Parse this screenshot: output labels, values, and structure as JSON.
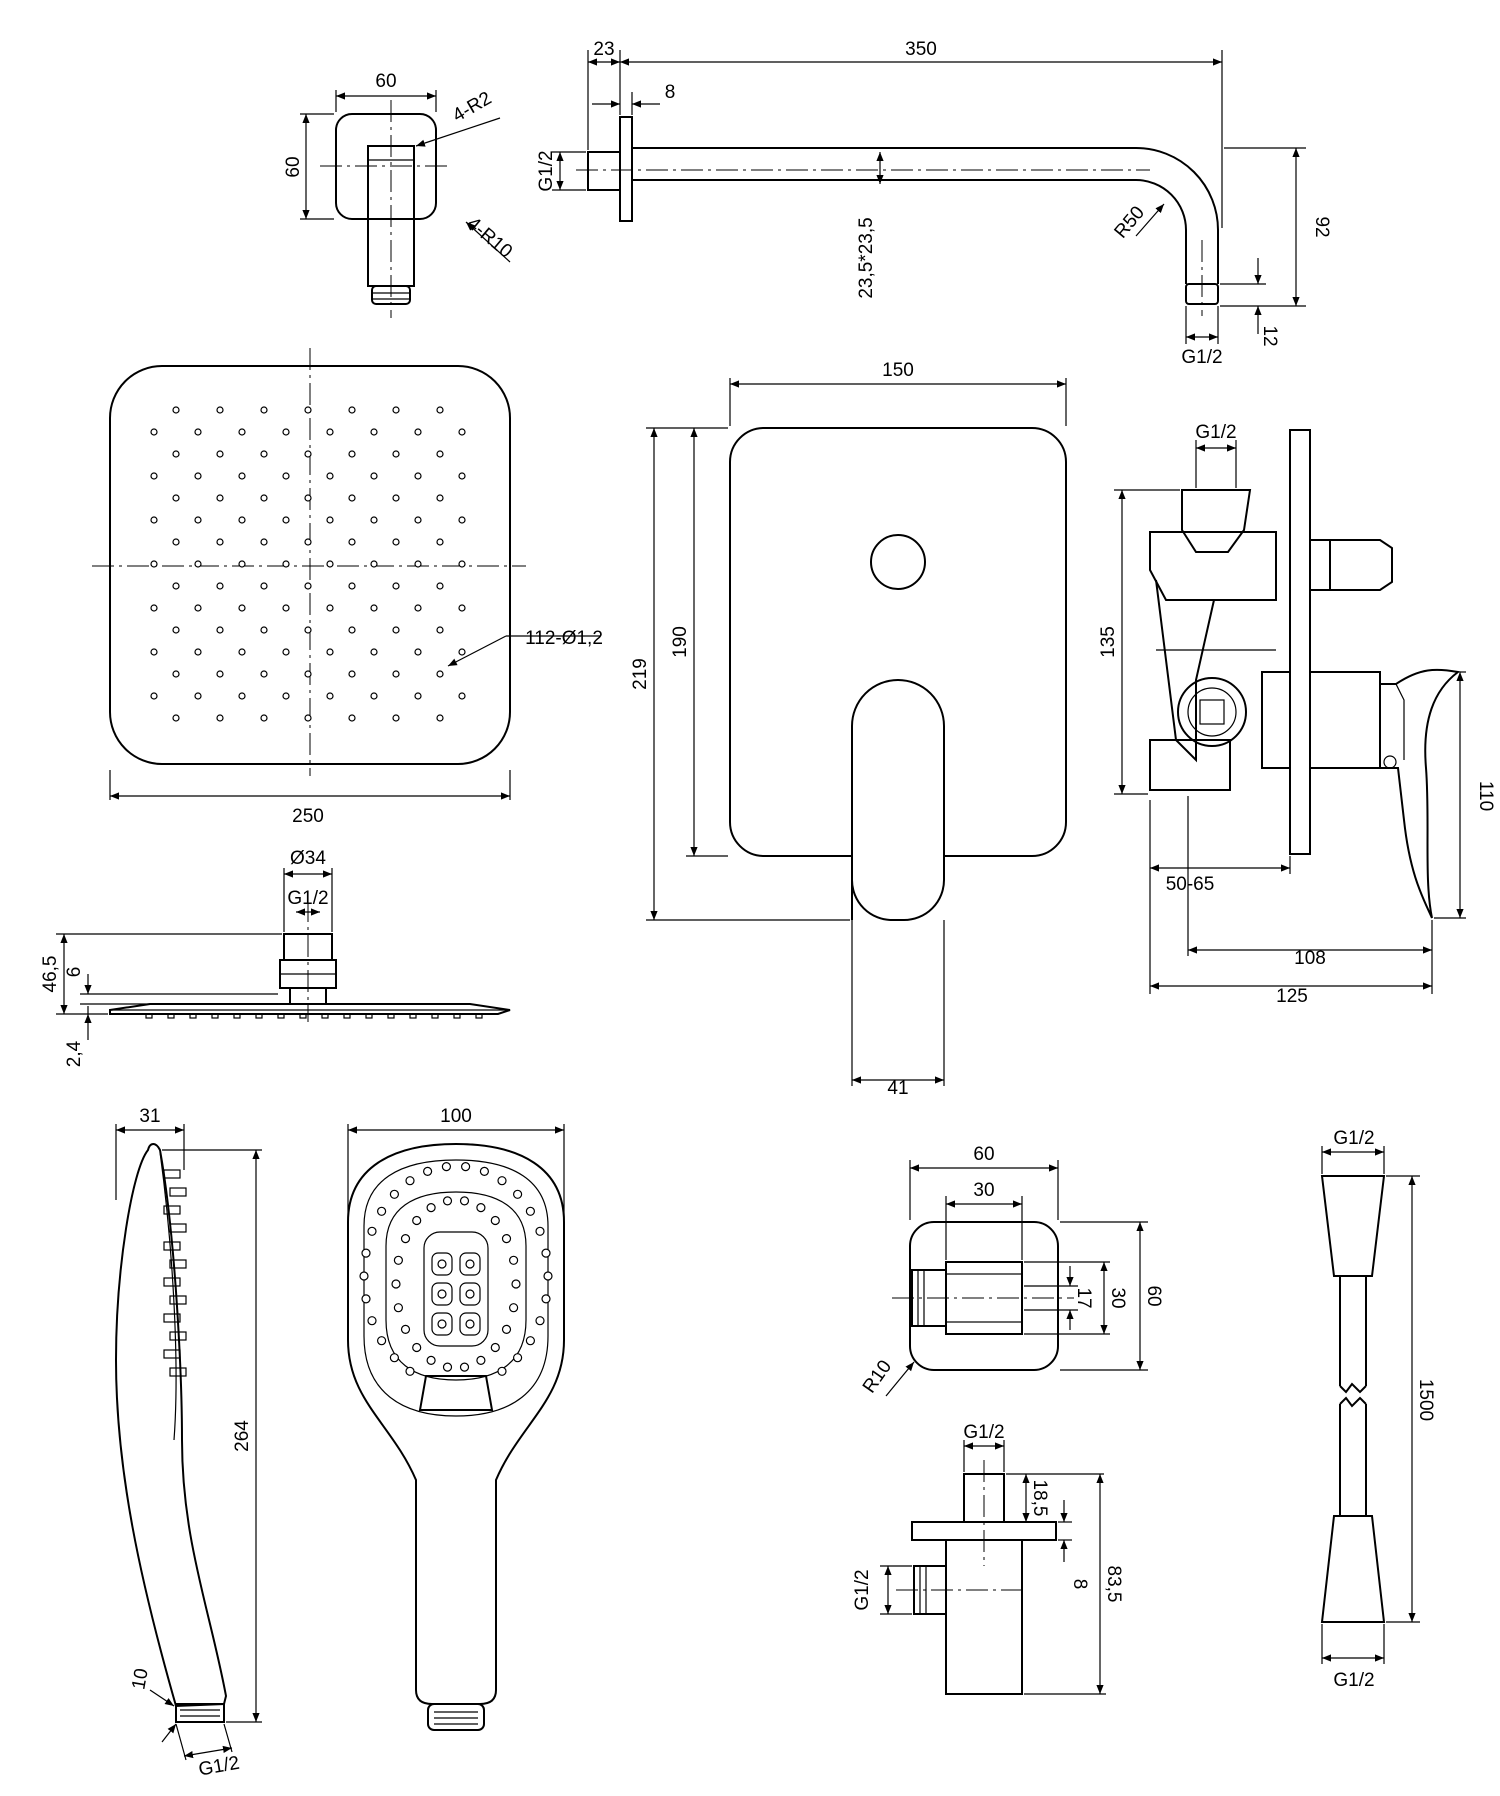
{
  "dimensions": {
    "wall_outlet_top": {
      "width": "60",
      "height": "60",
      "r_small": "4-R2",
      "r_large": "4-R10"
    },
    "shower_arm": {
      "offset": "23",
      "length": "350",
      "flange": "8",
      "thread_left": "G1/2",
      "pipe": "23,5*23,5",
      "radius": "R50",
      "drop": "92",
      "nozzle_len": "12",
      "thread_bottom": "G1/2"
    },
    "rain_head_top": {
      "width": "250",
      "nozzles": "112-Ø1,2"
    },
    "rain_head_side": {
      "diameter": "Ø34",
      "thread": "G1/2",
      "height": "46,5",
      "neck": "6",
      "plate": "2,4"
    },
    "mixer_front": {
      "width": "150",
      "plate_height": "190",
      "total_height": "219",
      "handle_width": "41"
    },
    "mixer_side": {
      "thread": "G1/2",
      "body_height": "135",
      "lever_height": "110",
      "depth_range": "50-65",
      "depth_lever": "108",
      "depth_total": "125"
    },
    "hand_shower_side": {
      "thickness": "31",
      "length": "264",
      "neck": "10",
      "thread": "G1/2"
    },
    "hand_shower_front": {
      "width": "100"
    },
    "wall_outlet_bottom": {
      "width": "60",
      "inner_width": "30",
      "outlet": "17",
      "inner_height": "30",
      "height": "60",
      "radius": "R10"
    },
    "wall_outlet_side": {
      "thread_top": "G1/2",
      "top_len": "18,5",
      "flange": "8",
      "height": "83,5",
      "thread_left": "G1/2"
    },
    "hose": {
      "thread_top": "G1/2",
      "length": "1500",
      "thread_bottom": "G1/2"
    }
  }
}
